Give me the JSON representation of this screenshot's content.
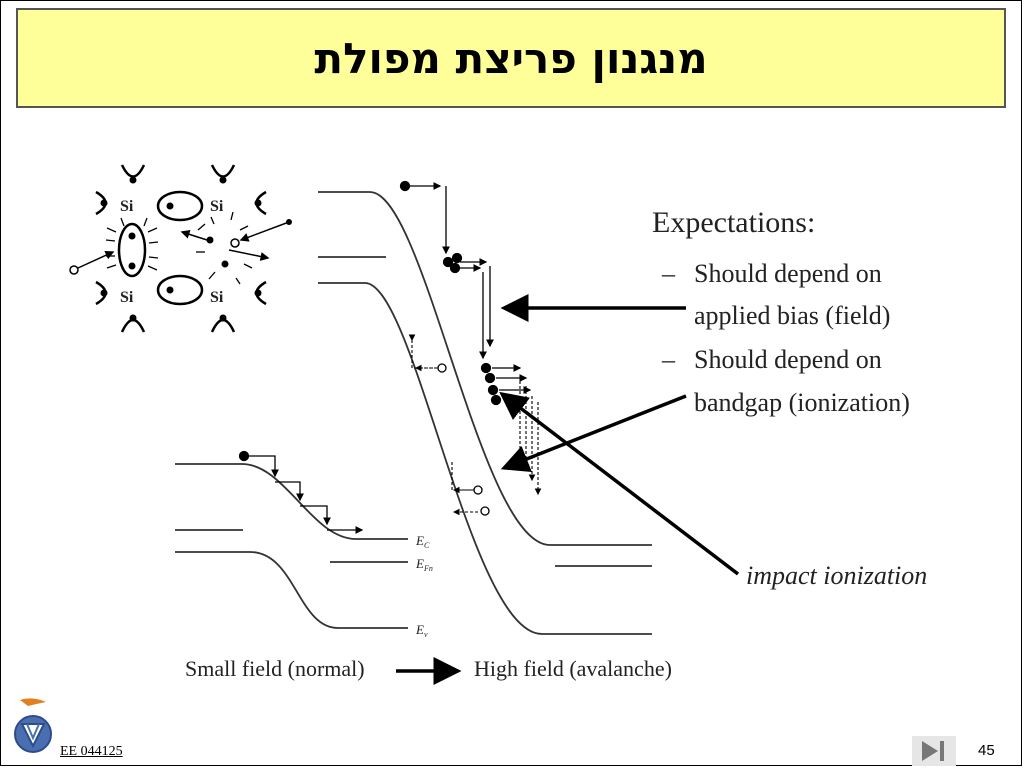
{
  "slide": {
    "title": "מנגנון פריצת מפולת",
    "course": "EE 044125",
    "page_number": "45"
  },
  "lattice": {
    "atom_label": "Si"
  },
  "expectations": {
    "heading": "Expectations:",
    "dash": "–",
    "item1_line1": "Should depend on",
    "item1_line2": "applied bias (field)",
    "item2_line1": "Should depend on",
    "item2_line2": "bandgap (ionization)"
  },
  "bands": {
    "ec": "E",
    "ec_sub": "C",
    "efn": "E",
    "efn_sub": "Fn",
    "ev": "E",
    "ev_sub": "v"
  },
  "annotations": {
    "impact_ionization": "impact ionization",
    "small_field": "Small field (normal)",
    "high_field": "High field (avalanche)"
  }
}
